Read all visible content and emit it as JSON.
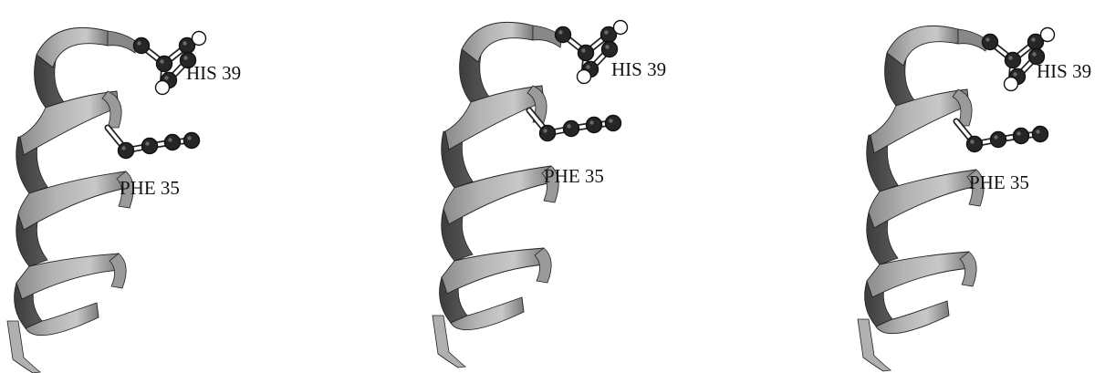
{
  "figure": {
    "panels": [
      {
        "id": "view-left",
        "labels": {
          "his": "HIS 39",
          "phe": "PHE 35"
        }
      },
      {
        "id": "view-center",
        "labels": {
          "his": "HIS 39",
          "phe": "PHE 35"
        }
      },
      {
        "id": "view-right",
        "labels": {
          "his": "HIS 39",
          "phe": "PHE 35"
        }
      }
    ]
  },
  "colors": {
    "ribbon_light": "#b4b4b4",
    "ribbon_mid": "#8c8c8c",
    "ribbon_dark": "#3c3c3c",
    "atom_dark": "#262626",
    "atom_light": "#ffffff",
    "bond": "#ffffff"
  }
}
